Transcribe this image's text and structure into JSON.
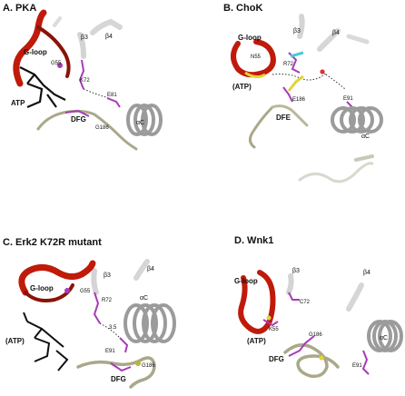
{
  "colors": {
    "gloop": "#c01a0a",
    "gloop_dark": "#7a0f05",
    "residue": "#a83ab8",
    "strand": "#d4d4d4",
    "helix": "#9b9b9b",
    "dfg": "#a9a88a",
    "yellow": "#e0d43a",
    "cyan": "#4ec9d9",
    "atp": "#111111",
    "water": "#e03030"
  },
  "panels": [
    {
      "title": "A. PKA",
      "labels": {
        "gloop": "G-loop",
        "g55": "G55",
        "b3": "β3",
        "b4": "β4",
        "k72": "K72",
        "e81": "E81",
        "atp": "ATP",
        "dfg": "DFG",
        "g186": "G186",
        "ac": "αC"
      }
    },
    {
      "title": "B. ChoK",
      "labels": {
        "gloop": "G-loop",
        "n55": "N55",
        "b3": "β3",
        "b4": "β4",
        "r72": "R72",
        "atp": "(ATP)",
        "e186": "E186",
        "e91": "E91",
        "dfe": "DFE",
        "ac": "αC"
      }
    },
    {
      "title": "C. Erk2 K72R mutant",
      "labels": {
        "gloop": "G-loop",
        "g55": "G55",
        "b3": "β3",
        "b4": "β4",
        "r72": "R72",
        "ac": "αC",
        "atp": "(ATP)",
        "e91": "E91",
        "g186": "G186",
        "dfg": "DFG"
      }
    },
    {
      "title": "D. Wnk1",
      "labels": {
        "gloop": "G-loop",
        "b3": "β3",
        "b4": "β4",
        "c72": "C72",
        "k55": "K55",
        "atp": "(ATP)",
        "g186": "G186",
        "dfg": "DFG",
        "ac": "αC",
        "e91": "E91"
      }
    }
  ]
}
